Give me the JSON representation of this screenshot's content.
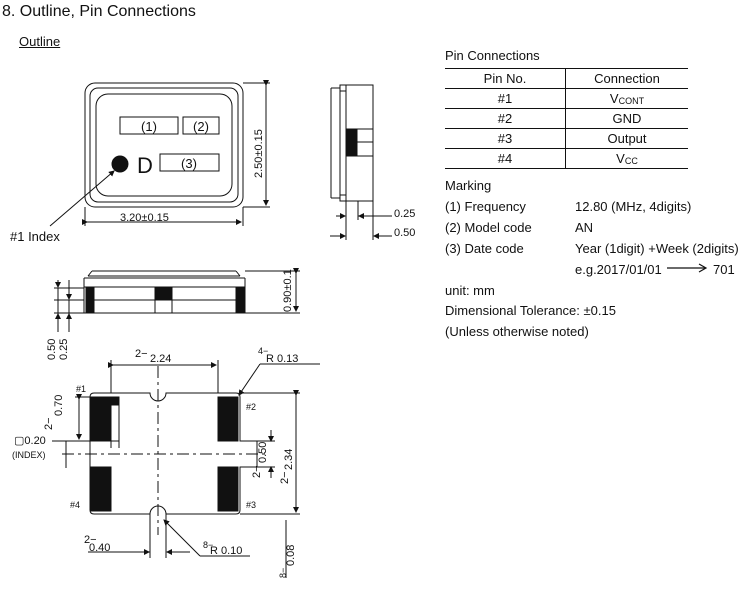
{
  "section_title": "8. Outline, Pin Connections",
  "outline_label": "Outline",
  "index_label": "#1 Index",
  "outline_dims": {
    "width": "3.20±0.15",
    "height": "2.50±0.15",
    "side_thick_1": "0.25",
    "side_thick_2": "0.50",
    "total_height": "0.90±0.1",
    "left_dim_1": "0.50",
    "left_dim_2": "0.25"
  },
  "top_markings": {
    "box1": "(1)",
    "box2": "(2)",
    "box3": "(3)",
    "logo": "D"
  },
  "footprint": {
    "dim_224": "2.24",
    "dim_224_prefix": "2−",
    "r013": "R 0.13",
    "r013_prefix": "4−",
    "dim_070": "0.70",
    "dim_070_prefix": "2−",
    "index_sq": "▢0.20",
    "index_note": "(INDEX)",
    "dim_050": "0.50",
    "dim_050_prefix": "2−",
    "dim_234": "2.34",
    "dim_234_prefix": "2−",
    "dim_040": "0.40",
    "dim_040_prefix": "2−",
    "r010": "R 0.10",
    "r010_prefix": "8−",
    "dim_008": "0.08",
    "dim_008_prefix": "8−",
    "pin1": "#1",
    "pin2": "#2",
    "pin3": "#3",
    "pin4": "#4"
  },
  "pin_connections": {
    "title": "Pin Connections",
    "header_pin": "Pin No.",
    "header_conn": "Connection",
    "rows": [
      {
        "pin": "#1",
        "conn_main": "V",
        "conn_sub": "CONT"
      },
      {
        "pin": "#2",
        "conn_main": "GND",
        "conn_sub": ""
      },
      {
        "pin": "#3",
        "conn_main": "Output",
        "conn_sub": ""
      },
      {
        "pin": "#4",
        "conn_main": "V",
        "conn_sub": "CC"
      }
    ]
  },
  "marking": {
    "title": "Marking",
    "items": [
      {
        "label": "(1) Frequency",
        "value": "12.80 (MHz, 4digits)"
      },
      {
        "label": "(2) Model code",
        "value": "AN"
      },
      {
        "label": "(3) Date code",
        "value": "Year (1digit) +Week (2digits)"
      }
    ],
    "example_prefix": "e.g.2017/01/01",
    "example_result": "701"
  },
  "notes": {
    "unit": "unit: mm",
    "tolerance": "Dimensional Tolerance: ±0.15",
    "unless": "(Unless otherwise noted)"
  }
}
